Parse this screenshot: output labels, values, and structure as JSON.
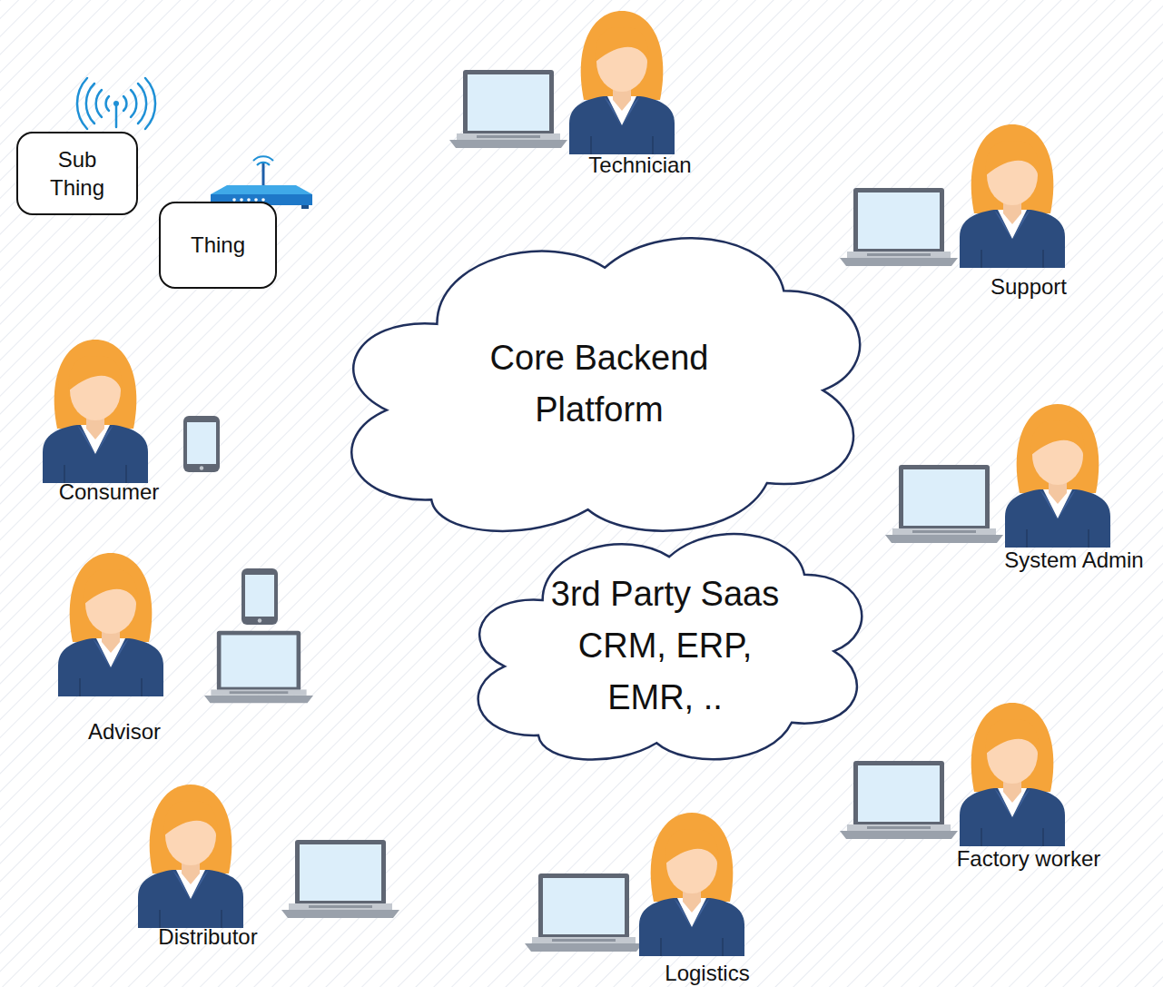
{
  "diagram": {
    "nodes": [
      {
        "text": [
          "Sub Thing"
        ]
      },
      {
        "text": [
          "Thing"
        ]
      },
      {
        "text": [
          "Core Backend Platform"
        ]
      },
      {
        "text": [
          "3rd Party Saas CRM, ERP, EMR, .."
        ]
      }
    ],
    "labels": [
      "Technician",
      "Support",
      "System Admin",
      "Factory worker",
      "Logistics",
      "Distributor",
      "Advisor",
      "Consumer"
    ]
  }
}
